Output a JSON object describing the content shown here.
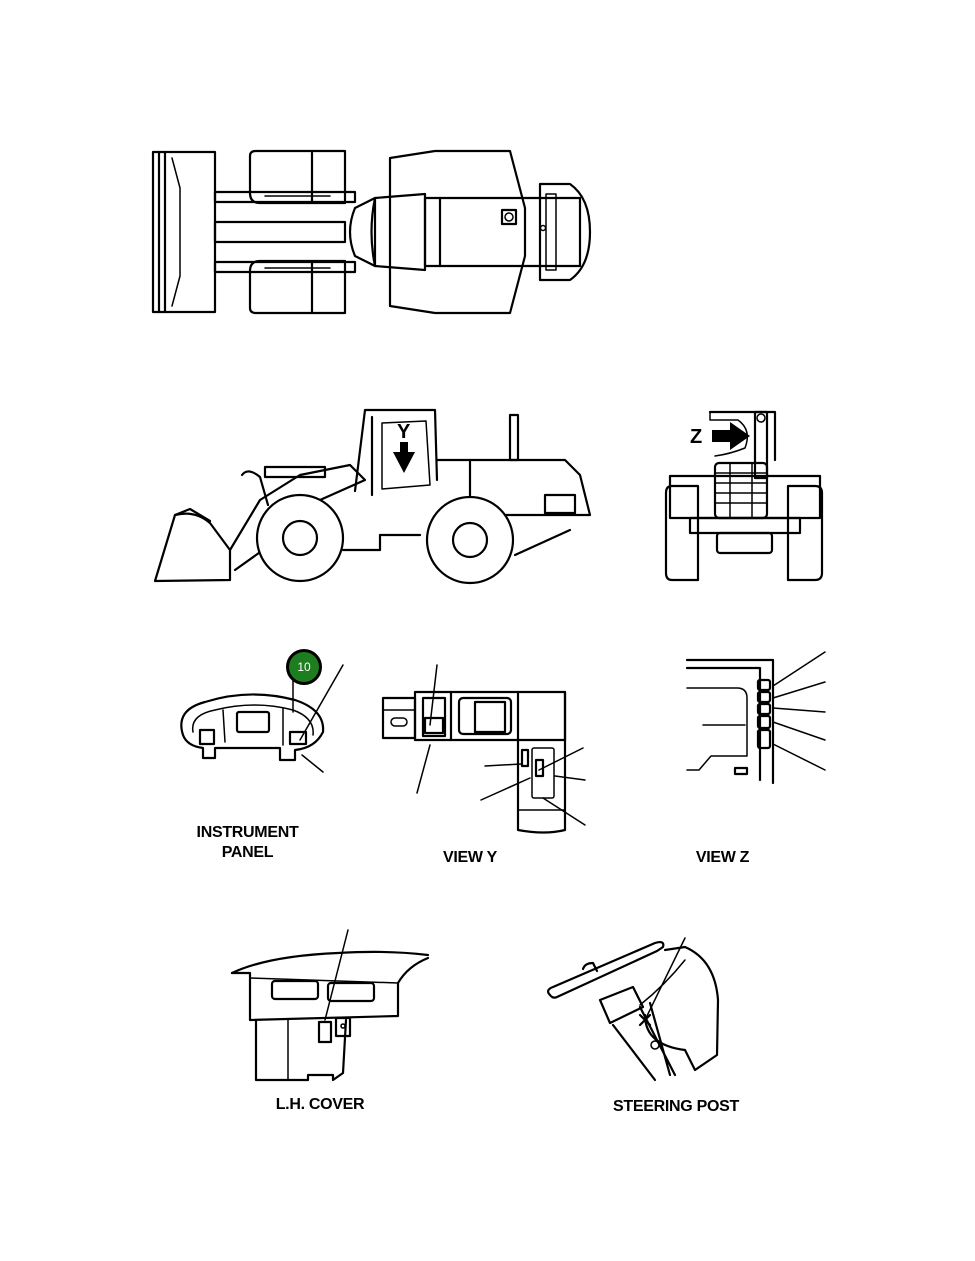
{
  "figure": {
    "subject": "wheel loader decal/plate locations",
    "views": {
      "top_view": {
        "label": ""
      },
      "side_view": {
        "label": "",
        "view_marker": "Y"
      },
      "rear_view": {
        "label": "",
        "view_marker": "Z"
      },
      "instrument_panel": {
        "label": "INSTRUMENT\nPANEL",
        "label_line1": "INSTRUMENT",
        "label_line2": "PANEL"
      },
      "view_y": {
        "label": "VIEW Y"
      },
      "view_z": {
        "label": "VIEW Z"
      },
      "lh_cover": {
        "label": "L.H. COVER"
      },
      "steering_post": {
        "label": "STEERING POST"
      }
    },
    "callouts": [
      {
        "number": "10",
        "color": "#1e7d1e",
        "target": "instrument_panel"
      }
    ]
  }
}
